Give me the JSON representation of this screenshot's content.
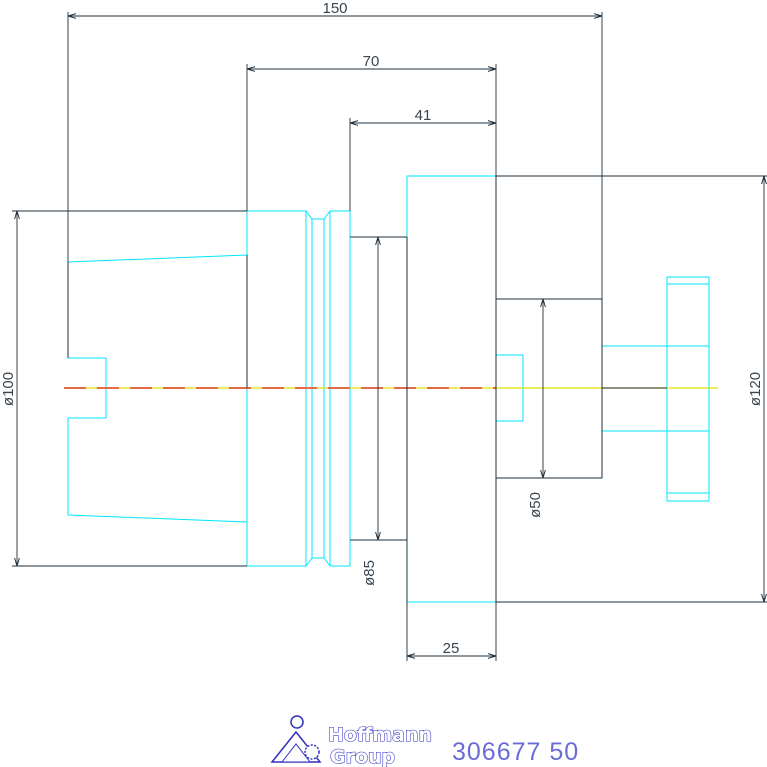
{
  "dimensions": {
    "total_length": "150",
    "shank_length": "70",
    "flange_length": "41",
    "flange_thickness": "25",
    "dia_left": "ø100",
    "dia_right": "ø120",
    "dia_85": "ø85",
    "dia_50": "ø50"
  },
  "logo": {
    "line1": "Hoffmann",
    "line2": "Group"
  },
  "part_number": "306677 50",
  "colors": {
    "outline": "#00e5ff",
    "dimension": "#1f2f3c",
    "centerline_yellow": "#e0e000",
    "centerline_red": "#e05050",
    "logo_blue": "#3030c0",
    "part_number": "#6b6bd6"
  }
}
